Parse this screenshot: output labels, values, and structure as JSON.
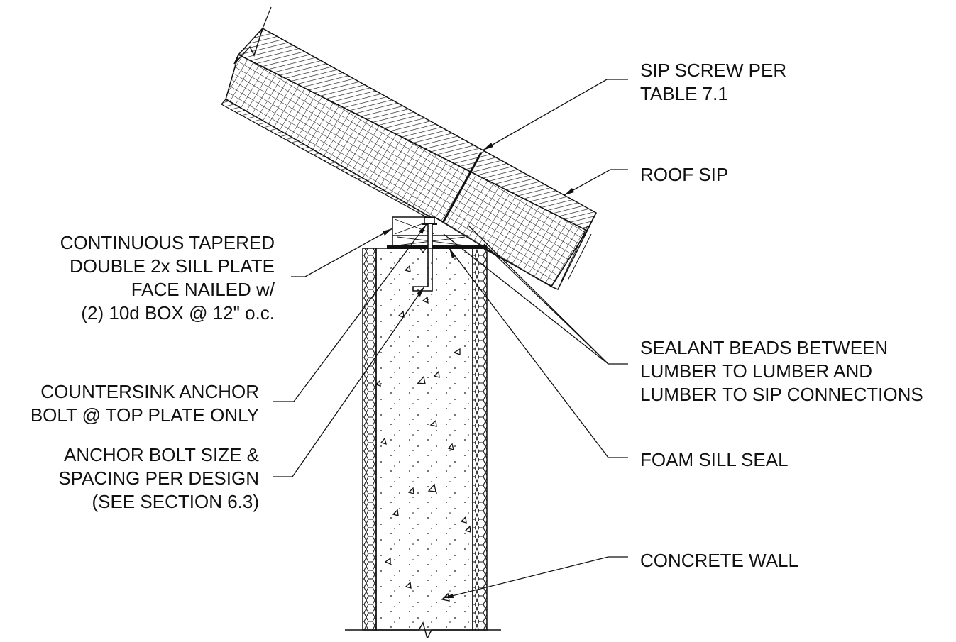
{
  "callouts": {
    "sip_screw": {
      "lines": [
        "SIP SCREW PER",
        "TABLE 7.1"
      ]
    },
    "roof_sip": {
      "lines": [
        "ROOF SIP"
      ]
    },
    "sill_plate": {
      "lines": [
        "CONTINUOUS TAPERED",
        "DOUBLE 2x SILL PLATE",
        "FACE NAILED w/",
        "(2) 10d BOX @ 12\" o.c."
      ]
    },
    "sealant": {
      "lines": [
        "SEALANT BEADS BETWEEN",
        "LUMBER TO LUMBER AND",
        "LUMBER TO SIP CONNECTIONS"
      ]
    },
    "countersink": {
      "lines": [
        "COUNTERSINK ANCHOR",
        "BOLT @ TOP PLATE ONLY"
      ]
    },
    "anchor_bolt": {
      "lines": [
        "ANCHOR BOLT SIZE &",
        "SPACING PER DESIGN",
        "(SEE SECTION 6.3)"
      ]
    },
    "foam_sill_seal": {
      "lines": [
        "FOAM SILL SEAL"
      ]
    },
    "concrete_wall": {
      "lines": [
        "CONCRETE WALL"
      ]
    }
  },
  "colors": {
    "ink": "#111111",
    "background": "#ffffff"
  }
}
